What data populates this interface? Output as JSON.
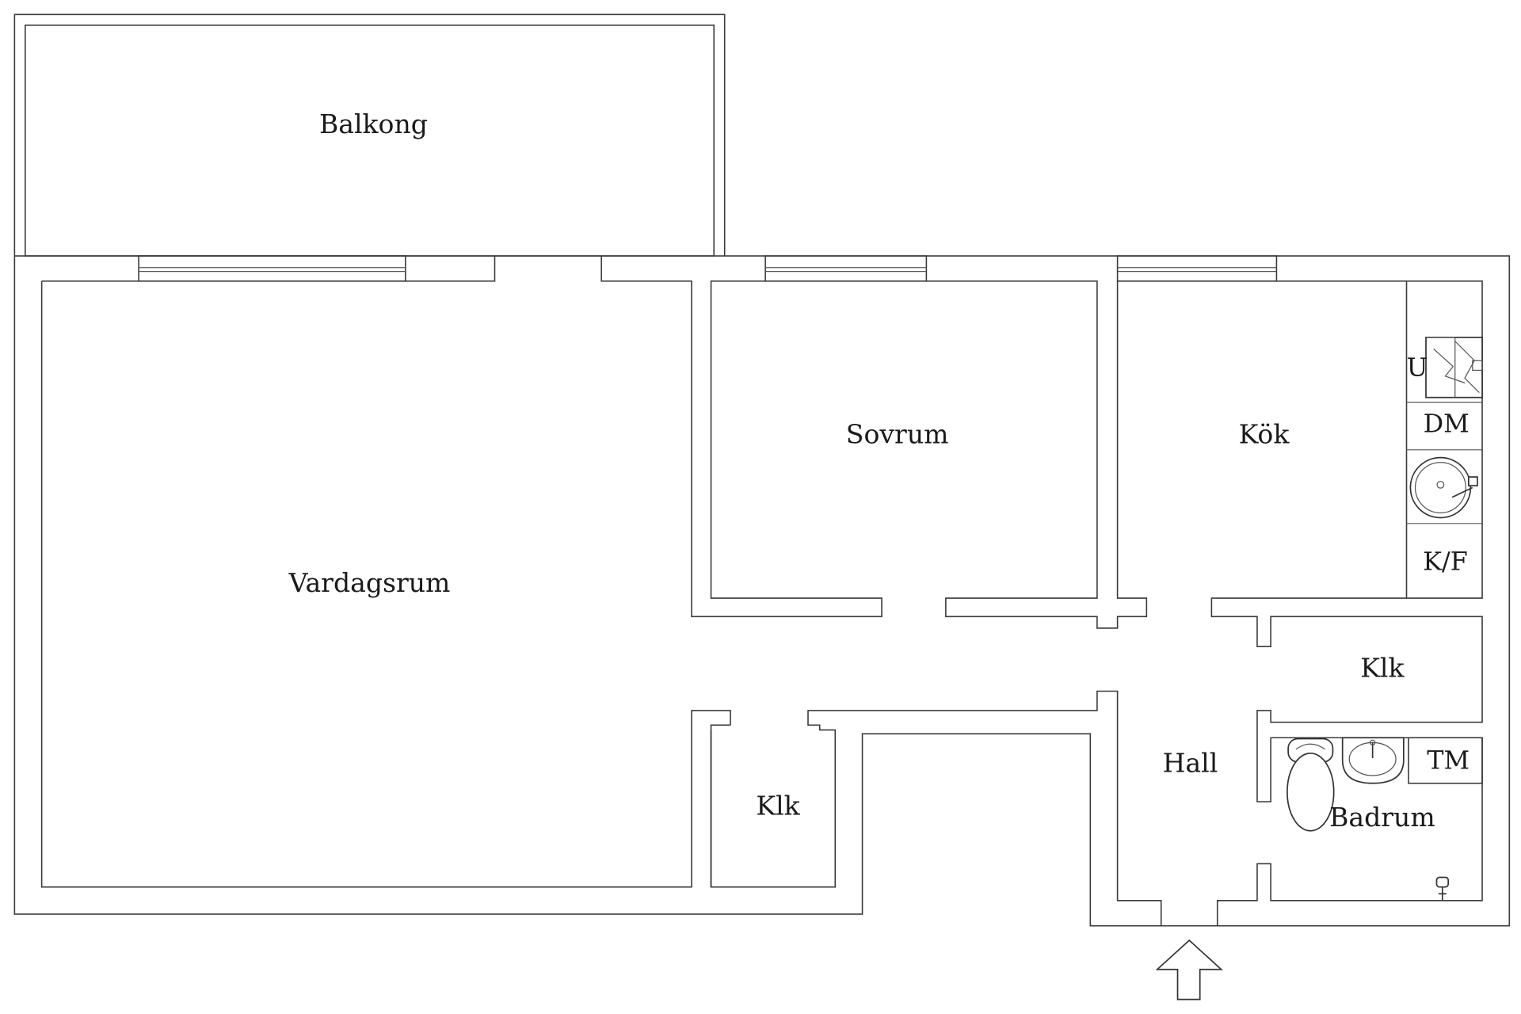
{
  "rooms": {
    "balcony": "Balkong",
    "living_room": "Vardagsrum",
    "bedroom": "Sovrum",
    "kitchen": "Kök",
    "hall": "Hall",
    "bathroom": "Badrum",
    "closet_living": "Klk",
    "closet_hall": "Klk"
  },
  "fixtures": {
    "fridge_freezer": "K/F",
    "dishwasher": "DM",
    "oven": "U",
    "washing_machine": "TM"
  }
}
